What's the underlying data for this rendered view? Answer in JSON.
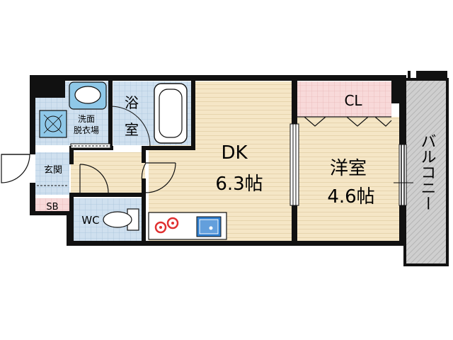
{
  "rooms": {
    "dk_name": "DK",
    "dk_size": "6.3帖",
    "western_name": "洋室",
    "western_size": "4.6帖",
    "closet": "CL",
    "bath_1": "浴",
    "bath_2": "室",
    "washroom_1": "洗面",
    "washroom_2": "脱衣場",
    "entrance": "玄関",
    "shoe_box": "SB",
    "toilet": "WC",
    "balcony": "バルコニー"
  },
  "colors": {
    "wall": "#111111",
    "wood_floor": "#f5e6c6",
    "tile_floor": "#cfe0ef",
    "closet_floor": "#f8d9d9",
    "balcony_floor": "#cfcfcf",
    "fixture": "#8fc8e8",
    "stove_burner": "#e03030",
    "sink": "#2f7fd0"
  }
}
